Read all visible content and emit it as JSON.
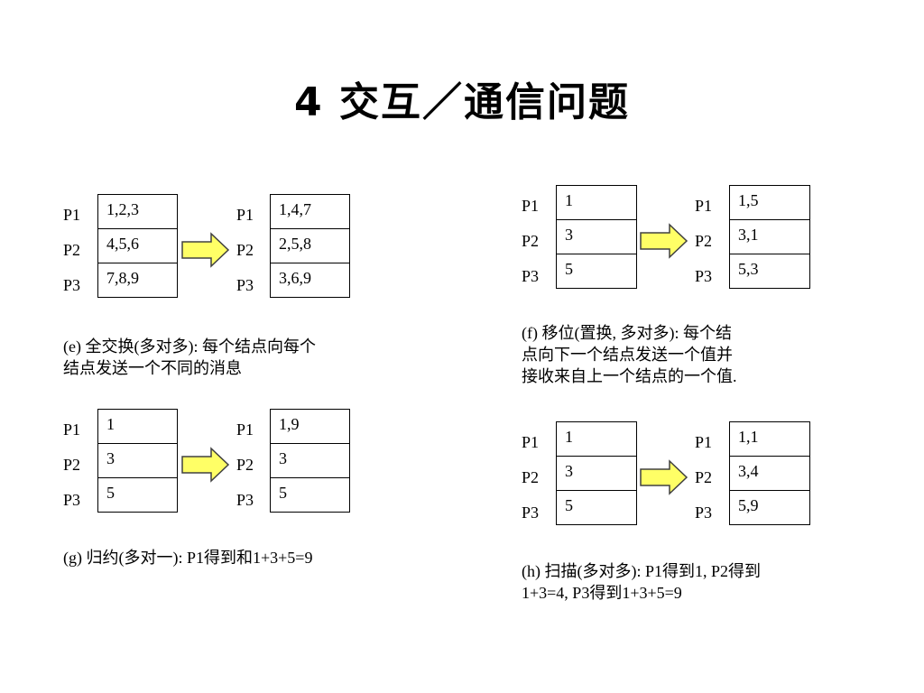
{
  "slide": {
    "title": "4   交互／通信问题"
  },
  "panels": {
    "e": {
      "before": {
        "labels": [
          "P1",
          "P2",
          "P3"
        ],
        "cells": [
          "1,2,3",
          "4,5,6",
          "7,8,9"
        ]
      },
      "after": {
        "labels": [
          "P1",
          "P2",
          "P3"
        ],
        "cells": [
          "1,4,7",
          "2,5,8",
          "3,6,9"
        ]
      },
      "caption": {
        "line1": "(e) 全交换(多对多): 每个结点向每个",
        "line2": "结点发送一个不同的消息"
      }
    },
    "f": {
      "before": {
        "labels": [
          "P1",
          "P2",
          "P3"
        ],
        "cells": [
          "1",
          "3",
          "5"
        ]
      },
      "after": {
        "labels": [
          "P1",
          "P2",
          "P3"
        ],
        "cells": [
          "1,5",
          "3,1",
          "5,3"
        ]
      },
      "caption": {
        "line1": "(f) 移位(置换, 多对多): 每个结",
        "line2": "点向下一个结点发送一个值并",
        "line3": "接收来自上一个结点的一个值."
      }
    },
    "g": {
      "before": {
        "labels": [
          "P1",
          "P2",
          "P3"
        ],
        "cells": [
          "1",
          "3",
          "5"
        ]
      },
      "after": {
        "labels": [
          "P1",
          "P2",
          "P3"
        ],
        "cells": [
          "1,9",
          "3",
          "5"
        ]
      },
      "caption": {
        "line1": "(g) 归约(多对一): P1得到和1+3+5=9"
      }
    },
    "h": {
      "before": {
        "labels": [
          "P1",
          "P2",
          "P3"
        ],
        "cells": [
          "1",
          "3",
          "5"
        ]
      },
      "after": {
        "labels": [
          "P1",
          "P2",
          "P3"
        ],
        "cells": [
          "1,1",
          "3,4",
          "5,9"
        ]
      },
      "caption": {
        "line1": "(h) 扫描(多对多): P1得到1, P2得到",
        "line2": "1+3=4, P3得到1+3+5=9"
      }
    }
  },
  "colors": {
    "arrow_fill": "#ffff66",
    "arrow_stroke": "#404040"
  }
}
